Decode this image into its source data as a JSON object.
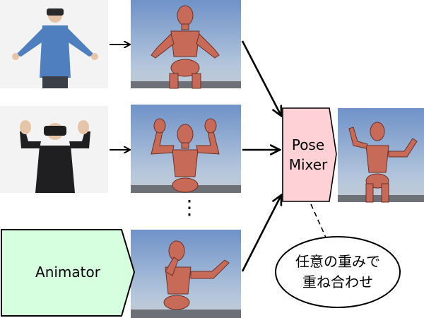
{
  "diagram": {
    "mixer_label_line1": "Pose",
    "mixer_label_line2": "Mixer",
    "animator_label": "Animator",
    "vertical_ellipsis": "⋮",
    "callout_line1": "任意の重みで",
    "callout_line2": "重ね合わせ"
  },
  "colors": {
    "mixer_fill": "#fdd1d6",
    "animator_fill": "#d6ffe0",
    "sky_top": "#6f92c8",
    "sky_bottom": "#b4c6dc",
    "ground": "#6e7077",
    "mannequin": "#c86a58",
    "photo_bg": "#f3f3f3"
  }
}
